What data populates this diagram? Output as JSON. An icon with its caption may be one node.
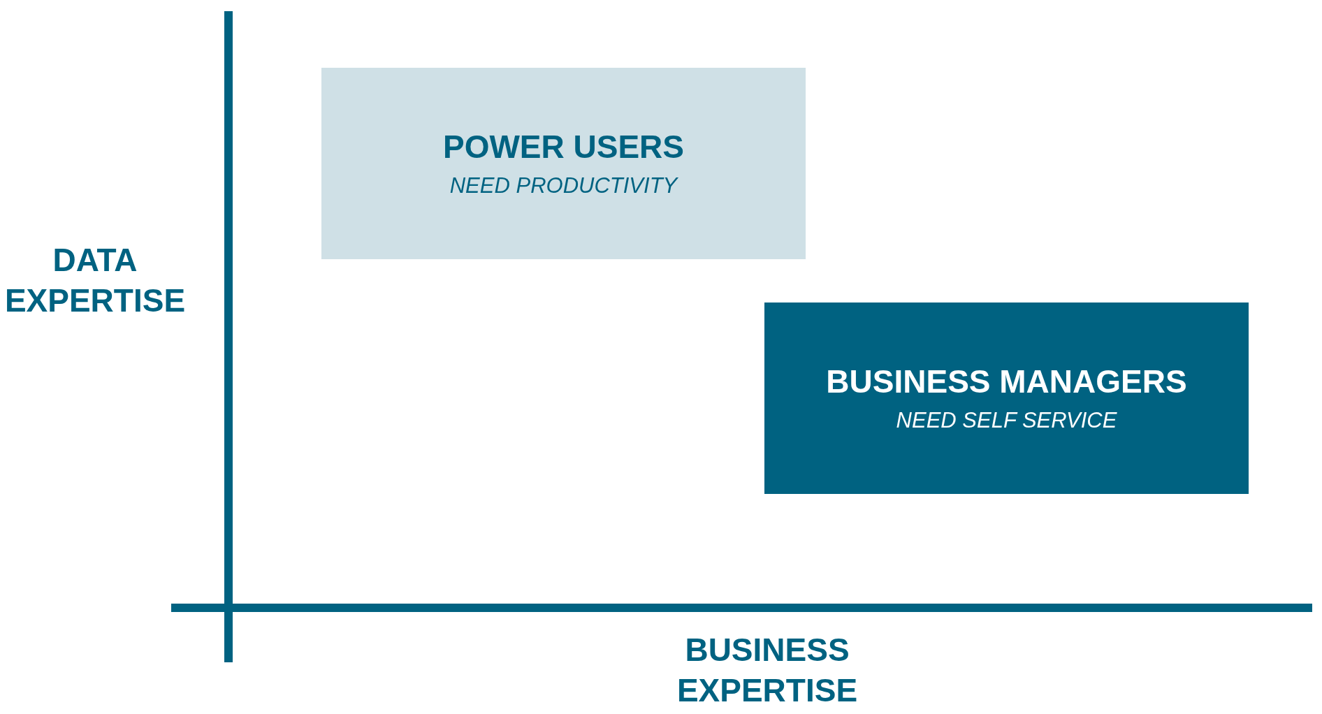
{
  "diagram": {
    "nodes": [
      {
        "text": [
          "POWER USERS",
          "NEED PRODUCTIVITY"
        ]
      },
      {
        "text": [
          "BUSINESS MANAGERS",
          "NEED SELF SERVICE"
        ]
      }
    ],
    "labels": [
      "DATA EXPERTISE",
      "BUSINESS EXPERTISE"
    ]
  }
}
